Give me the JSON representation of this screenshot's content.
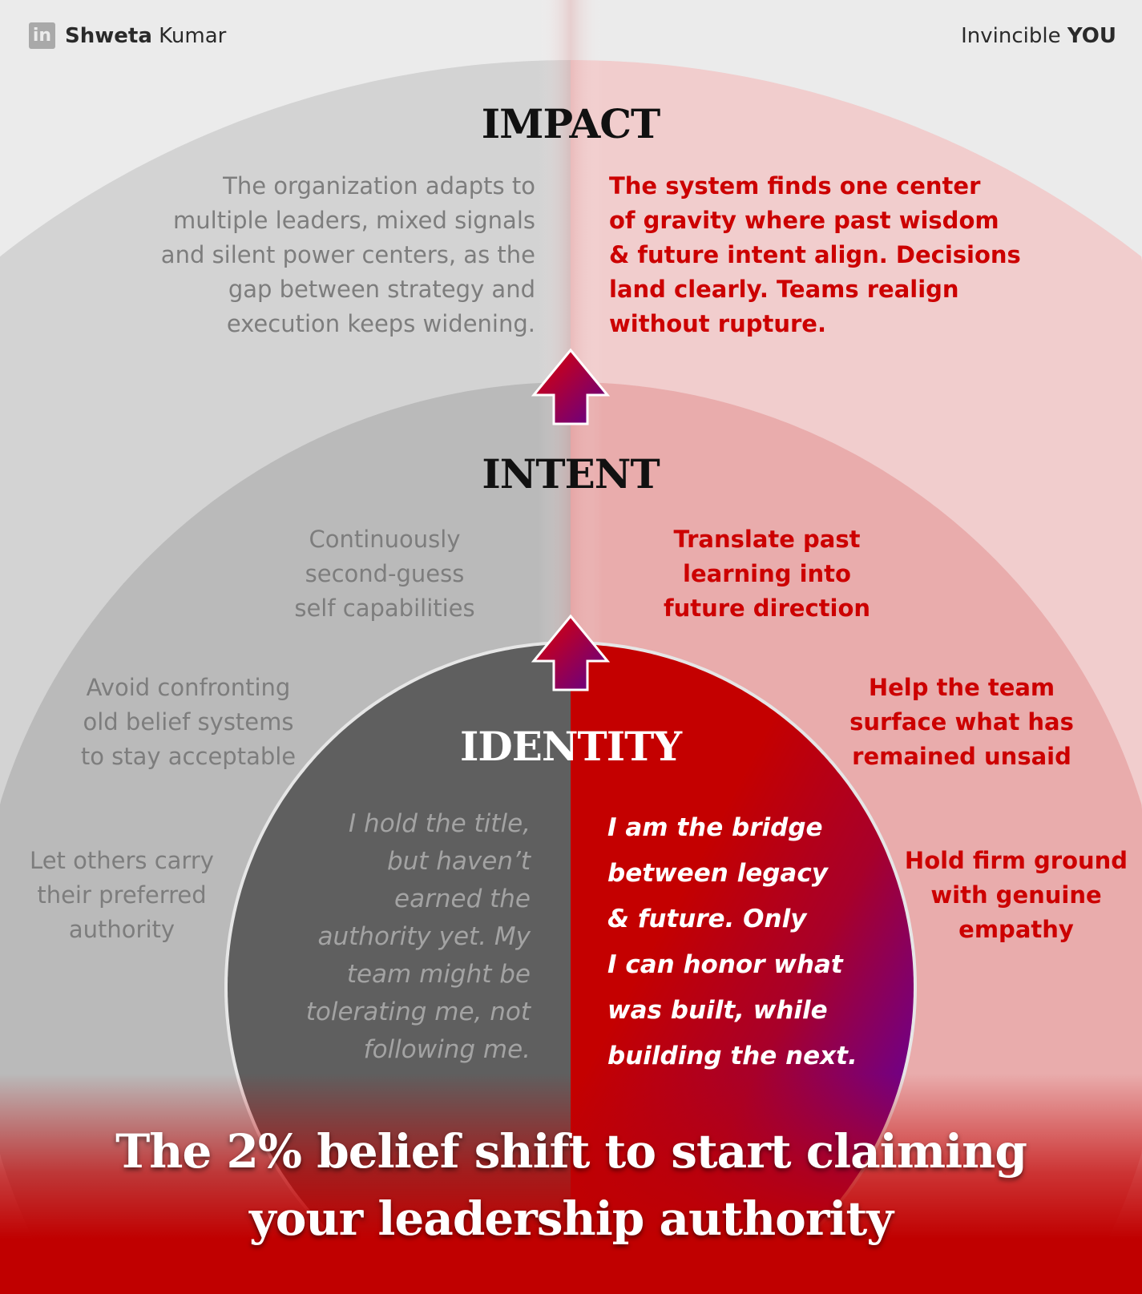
{
  "header": {
    "brand_icon": "linkedin-icon",
    "author_first": "Shweta",
    "author_last": "Kumar",
    "tagline_regular": "Invincible",
    "tagline_bold": "YOU"
  },
  "colors": {
    "accent_red": "#cc0000",
    "purple": "#6a0090",
    "gray_text": "#7d7d7d"
  },
  "layers": {
    "impact": {
      "title": "IMPACT",
      "left_lines": [
        "The organization adapts to",
        "multiple leaders, mixed signals",
        "and silent power centers, as the",
        "gap between strategy and",
        "execution keeps widening."
      ],
      "right_lines": [
        "The system finds one center",
        "of gravity where past wisdom",
        "& future intent align. Decisions",
        "land clearly. Teams realign",
        "without rupture."
      ]
    },
    "intent": {
      "title": "INTENT",
      "left_items": [
        [
          "Continuously",
          "second-guess",
          "self capabilities"
        ],
        [
          "Avoid confronting",
          "old belief systems",
          "to stay acceptable"
        ],
        [
          "Let others carry",
          "their preferred",
          "authority"
        ]
      ],
      "right_items": [
        [
          "Translate past",
          "learning into",
          "future direction"
        ],
        [
          "Help the team",
          "surface what has",
          "remained unsaid"
        ],
        [
          "Hold firm ground",
          "with genuine",
          "empathy"
        ]
      ]
    },
    "identity": {
      "title": "IDENTITY",
      "left_lines": [
        "I hold the title,",
        "but haven’t",
        "earned the",
        "authority yet. My",
        "team might be",
        "tolerating me, not",
        "following me."
      ],
      "right_lines": [
        "I am the bridge",
        "between legacy",
        "& future. Only",
        "I can honor what",
        "was built, while",
        "building the next."
      ]
    }
  },
  "footer": {
    "title_line1": "The 2% belief shift to start claiming",
    "title_line2": "your leadership authority"
  }
}
